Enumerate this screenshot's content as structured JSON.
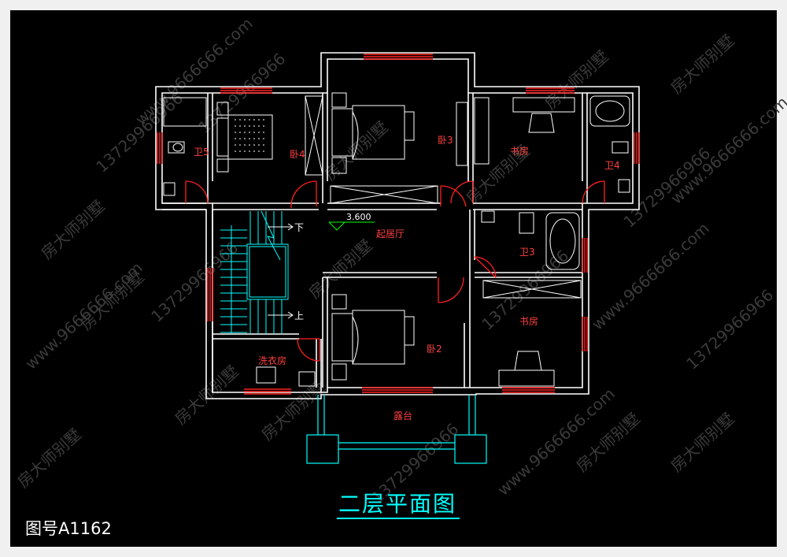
{
  "drawing": {
    "title": "二层平面图",
    "drawing_number": "图号A1162",
    "elevation": "3.600",
    "watermark_texts": [
      "房大师别墅",
      "13729966966",
      "www.9666666.com"
    ]
  },
  "rooms": [
    {
      "key": "bedroom4",
      "label": "卧4"
    },
    {
      "key": "bedroom3",
      "label": "卧3"
    },
    {
      "key": "study_top",
      "label": "书房"
    },
    {
      "key": "bath5",
      "label": "卫5"
    },
    {
      "key": "bath4",
      "label": "卫4"
    },
    {
      "key": "bath3",
      "label": "卫3"
    },
    {
      "key": "living",
      "label": "起居厅"
    },
    {
      "key": "bedroom2",
      "label": "卧2"
    },
    {
      "key": "study_bottom",
      "label": "书房"
    },
    {
      "key": "laundry",
      "label": "洗衣房"
    },
    {
      "key": "terrace",
      "label": "露台"
    }
  ],
  "stair": {
    "down_label": "下",
    "up_label": "上"
  },
  "colors": {
    "wall": "#ffffff",
    "window": "#ff2020",
    "label": "#ff4040",
    "stair": "#00ffff",
    "furniture": "#ffffff",
    "title": "#00ffff",
    "background": "#000000"
  }
}
